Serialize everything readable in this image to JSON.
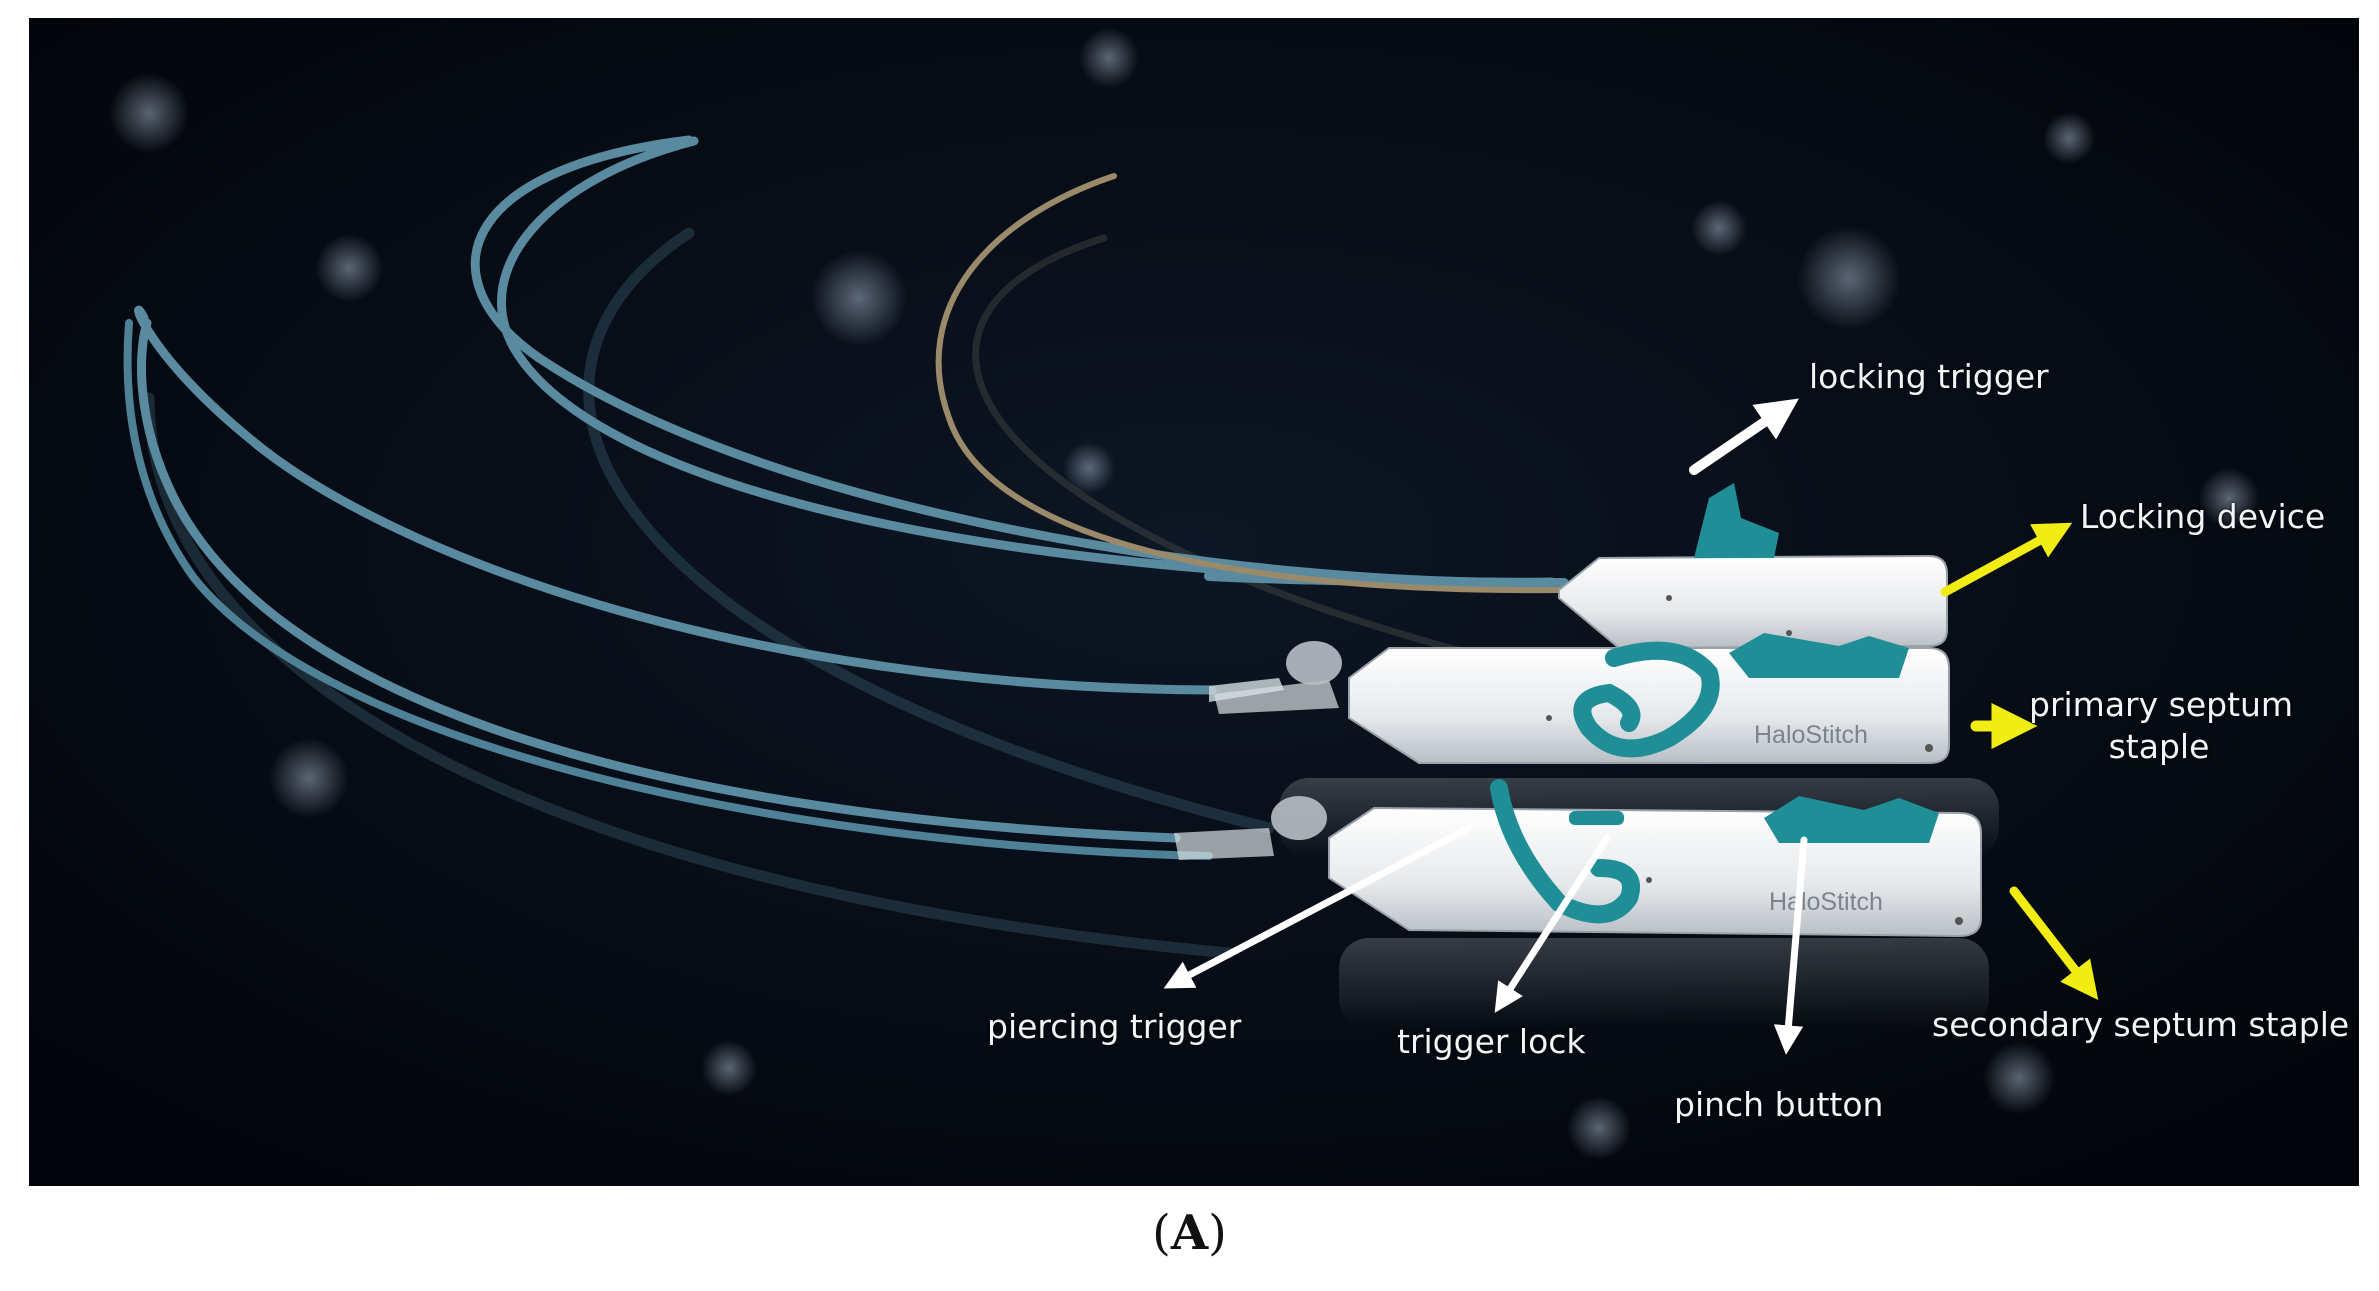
{
  "figure": {
    "panel_label_open": "(",
    "panel_label_letter": "A",
    "panel_label_close": ")",
    "background_color": "#04070f",
    "device_brand": "HaloStitch",
    "colors": {
      "teal": "#1f8e97",
      "catheter_blue": "#5f8fa4",
      "locking_wire": "#9a8a6a",
      "device_body": "#eceef0",
      "arrow_white": "#ffffff",
      "arrow_yellow": "#f0ec14"
    }
  },
  "callouts": {
    "locking_trigger": "locking trigger",
    "locking_device": "Locking device",
    "primary_line1": "primary septum",
    "primary_line2": "staple",
    "secondary": "secondary septum staple",
    "piercing_trigger": "piercing trigger",
    "trigger_lock": "trigger lock",
    "pinch_button": "pinch button"
  }
}
